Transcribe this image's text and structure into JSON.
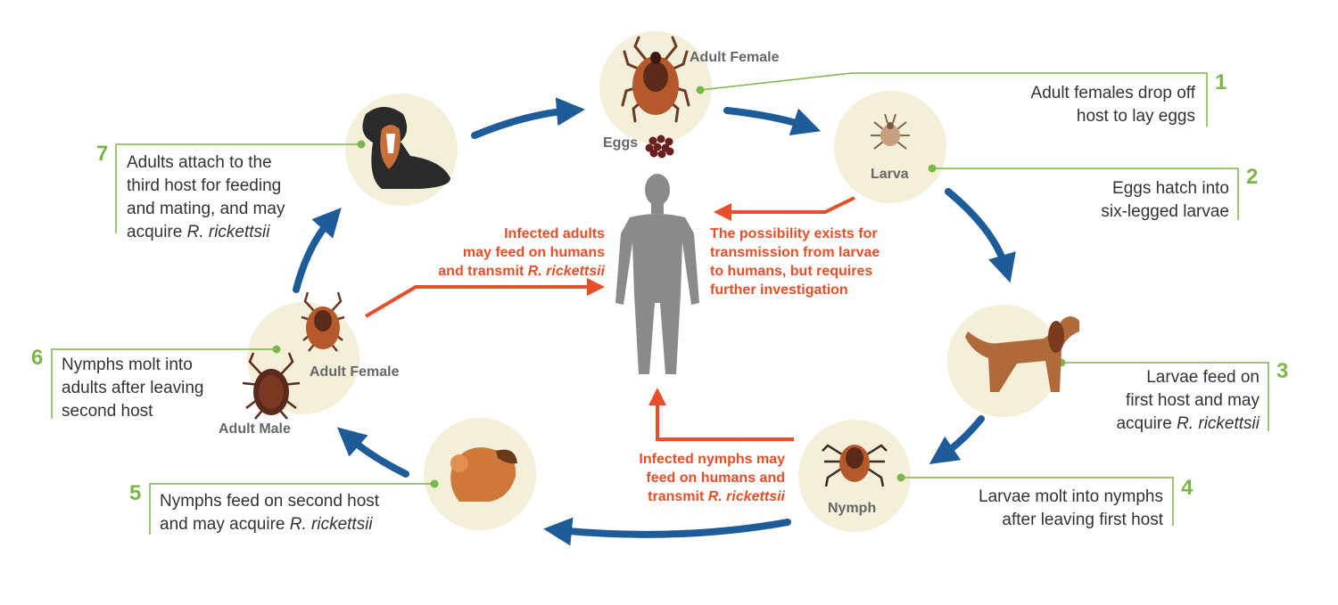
{
  "steps": [
    {
      "num": "1",
      "text": "Adult females drop off host to lay eggs",
      "line1": "Adult females drop off",
      "line2": "host to lay eggs",
      "line3": ""
    },
    {
      "num": "2",
      "line1": "Eggs hatch into",
      "line2": "six-legged larvae",
      "line3": ""
    },
    {
      "num": "3",
      "line1": "Larvae feed on",
      "line2": "first host and may",
      "line3_pre": "acquire ",
      "line3_sp": "R. rickettsii"
    },
    {
      "num": "4",
      "line1": "Larvae molt into nymphs",
      "line2": "after leaving first host"
    },
    {
      "num": "5",
      "line1": "Nymphs feed on second host",
      "line2_pre": "and may acquire ",
      "line2_sp": "R. rickettsii"
    },
    {
      "num": "6",
      "line1": "Nymphs molt into",
      "line2": "adults after leaving",
      "line3": "second host"
    },
    {
      "num": "7",
      "line1": "Adults attach to the",
      "line2": "third host for feeding",
      "line3": "and mating, and may",
      "line4_pre": "acquire ",
      "line4_sp": "R. rickettsii"
    }
  ],
  "labels": {
    "adult_female_top": "Adult Female",
    "eggs": "Eggs",
    "larva": "Larva",
    "nymph": "Nymph",
    "adult_female_left": "Adult Female",
    "adult_male": "Adult Male"
  },
  "human_notes": {
    "adults": {
      "line1": "Infected adults",
      "line2": "may feed on humans",
      "line3_pre": "and transmit ",
      "line3_sp": "R. rickettsii"
    },
    "larvae": {
      "line1": "The possibility exists for",
      "line2": "transmission from larvae",
      "line3": "to humans, but requires",
      "line4": "further investigation"
    },
    "nymphs": {
      "line1": "Infected nymphs may",
      "line2": "feed on humans and",
      "line3_pre": "transmit ",
      "line3_sp": "R. rickettsii"
    }
  },
  "colors": {
    "step_green": "#7ab648",
    "cycle_arrow_blue": "#1d5c99",
    "human_arrow_red": "#e84e27",
    "circle_fill": "#f3efd9",
    "human_gray": "#8a8a8a"
  }
}
